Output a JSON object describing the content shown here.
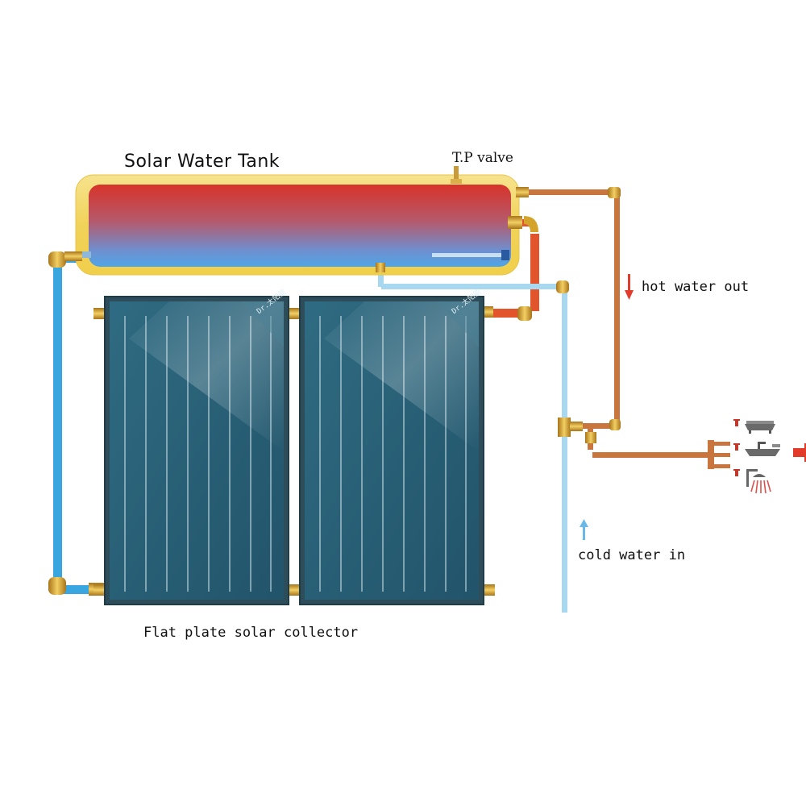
{
  "labels": {
    "tank_title": "Solar Water Tank",
    "tp_valve": "T.P valve",
    "hot_water_out": "hot water out",
    "cold_water_in": "cold water in",
    "collector": "Flat plate solar collector",
    "brand_left": "Dr.太阳能",
    "brand_right": "Dr.太阳能"
  },
  "colors": {
    "hot_pipe": "#e2542c",
    "copper_pipe": "#c8763e",
    "cold_pipe": "#3aa6e0",
    "light_cold_pipe": "#a8d8f0",
    "tank_jacket": "#f2d66a",
    "panel": "#2e6a80",
    "fitting": "#d4a32a",
    "arrow_hot": "#e23b2a",
    "arrow_cold": "#6ab8e8"
  },
  "icons": [
    "bathtub-icon",
    "sink-icon",
    "shower-icon"
  ]
}
